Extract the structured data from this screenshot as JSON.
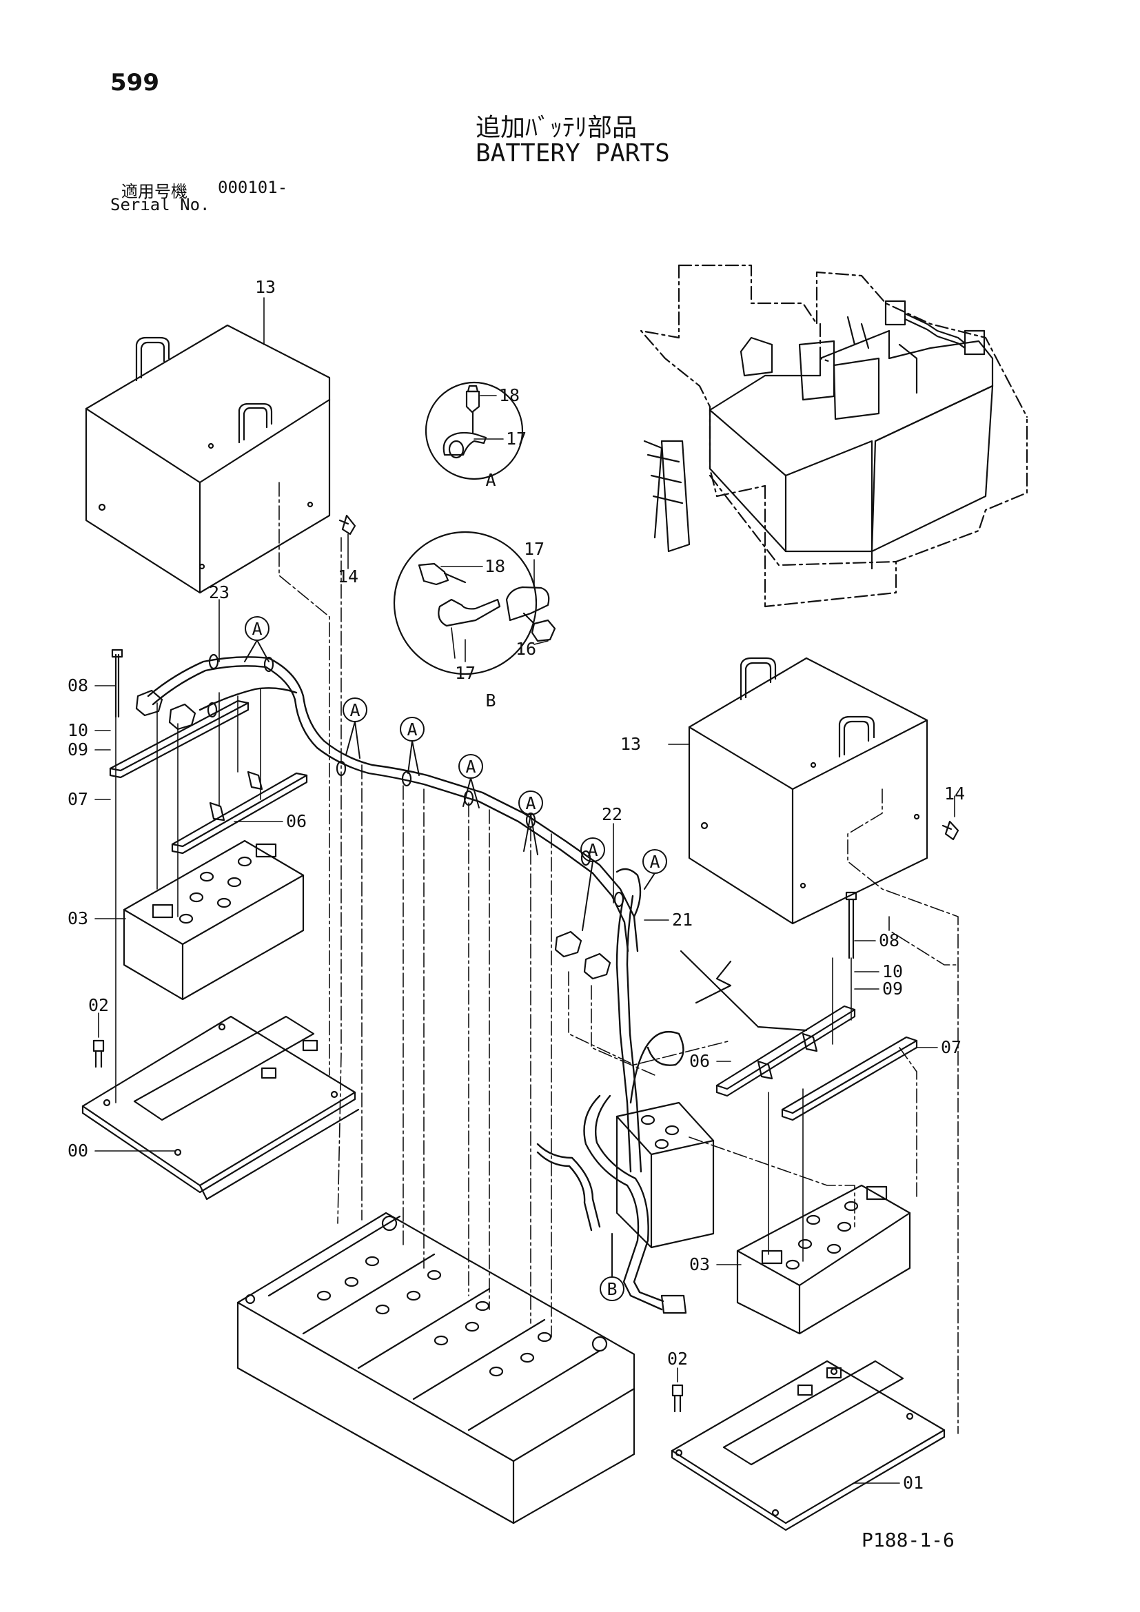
{
  "header": {
    "page_number": "599",
    "title_jp": "追加ﾊﾞｯﾃﾘ部品",
    "title_en": "BATTERY PARTS",
    "serial_label_jp": "適用号機",
    "serial_value": "000101-",
    "serial_label_en": "Serial No."
  },
  "footer": {
    "figure_code": "P188-1-6"
  },
  "detail_views": [
    {
      "name": "A",
      "parts": [
        "18",
        "17"
      ]
    },
    {
      "name": "B",
      "parts": [
        "18",
        "17",
        "17",
        "16"
      ]
    }
  ],
  "callout_letters": {
    "A": "A",
    "B": "B"
  },
  "part_labels": {
    "p13a": "13",
    "p14a": "14",
    "p23": "23",
    "p08a": "08",
    "p10a": "10",
    "p09a": "09",
    "p07a": "07",
    "p06a": "06",
    "p03a": "03",
    "p02a": "02",
    "p00": "00",
    "dA18": "18",
    "dA17": "17",
    "dB18": "18",
    "dB17a": "17",
    "dB17b": "17",
    "dB16": "16",
    "p13b": "13",
    "p14b": "14",
    "p22": "22",
    "p21": "21",
    "p08b": "08",
    "p10b": "10",
    "p09b": "09",
    "p06b": "06",
    "p07b": "07",
    "p03b": "03",
    "p02b": "02",
    "p01": "01"
  }
}
